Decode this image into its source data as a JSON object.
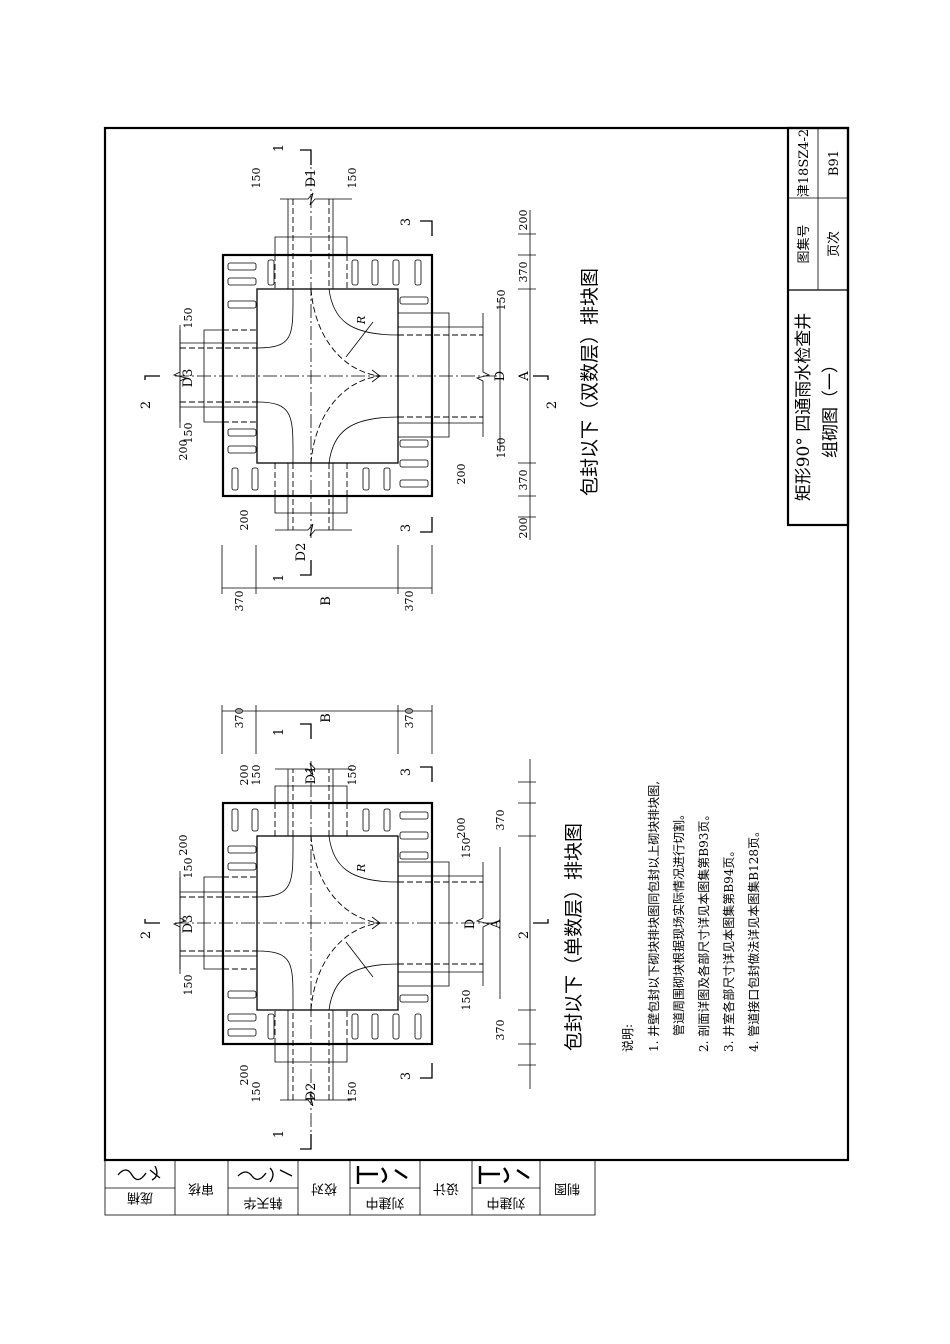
{
  "title_block": {
    "title_line1": "矩形90° 四通雨水检查井",
    "title_line2": "组砌图（一）",
    "atlas_no_label": "图集号",
    "atlas_no_value": "津18SZ4-2",
    "page_label": "页次",
    "page_value": "B91"
  },
  "signature_block": {
    "reviewer_name": "庞楠",
    "review_label": "审核",
    "checker_name": "韩天华",
    "check_label": "校对",
    "designer_name": "刘建中",
    "design_label": "设计",
    "drafter_name": "刘建中",
    "draft_label": "制图"
  },
  "left_drawing": {
    "caption": "包封以下（单数层）排块图",
    "dim_370": "370",
    "dim_b": "B",
    "dim_a": "A",
    "dim_150": "150",
    "dim_200": "200",
    "pipe_d": "D",
    "pipe_d1": "D1",
    "pipe_d2": "D2",
    "pipe_d3": "D3",
    "radius": "R",
    "sec_1": "1",
    "sec_2": "2",
    "sec_3": "3"
  },
  "right_drawing": {
    "caption": "包封以下（双数层）排块图",
    "dim_370": "370",
    "dim_b": "B",
    "dim_a": "A",
    "dim_150": "150",
    "dim_200": "200",
    "pipe_d": "D",
    "pipe_d1": "D1",
    "pipe_d2": "D2",
    "pipe_d3": "D3",
    "radius": "R",
    "sec_1": "1",
    "sec_2": "2",
    "sec_3": "3"
  },
  "notes": {
    "heading": "说明:",
    "items": [
      "1. 井壁包封以下砌块排块图同包封以上砌块排块图,",
      "管道周围砌块根据现场实际情况进行切割。",
      "2. 剖面详图及各部尺寸详见本图集第B93页。",
      "3. 井室各部尺寸详见本图集第B94页。",
      "4. 管道接口包封做法详见本图集B128页。"
    ]
  }
}
